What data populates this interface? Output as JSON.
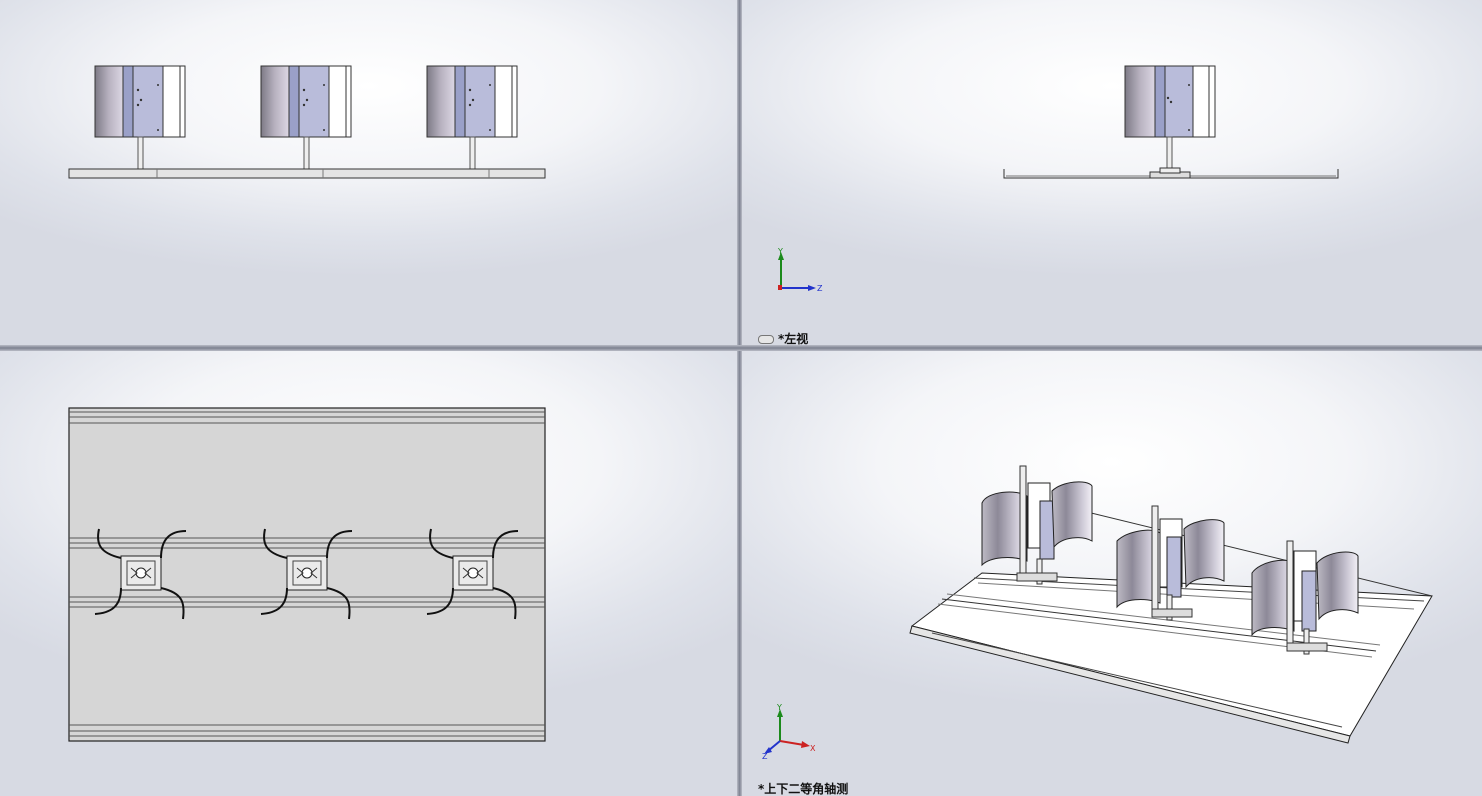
{
  "viewports": {
    "top_left": {
      "label": ""
    },
    "top_right": {
      "link_icon": "link-chain-icon",
      "label": "*左视",
      "triad": {
        "axis_up": "Y",
        "axis_right": "Z"
      }
    },
    "bottom_left": {
      "label": ""
    },
    "bottom_right": {
      "label": "*上下二等角轴测",
      "triad": {
        "axis_up": "Y",
        "axis_right": "X",
        "axis_out": "Z"
      }
    }
  },
  "colors": {
    "panel_purple": "#b9bcda",
    "panel_shade": "#8e8a9a",
    "base_gray": "#d6d6d6",
    "axis_y": "#1c8a1c",
    "axis_z": "#2233cc",
    "axis_x": "#cc2222"
  }
}
